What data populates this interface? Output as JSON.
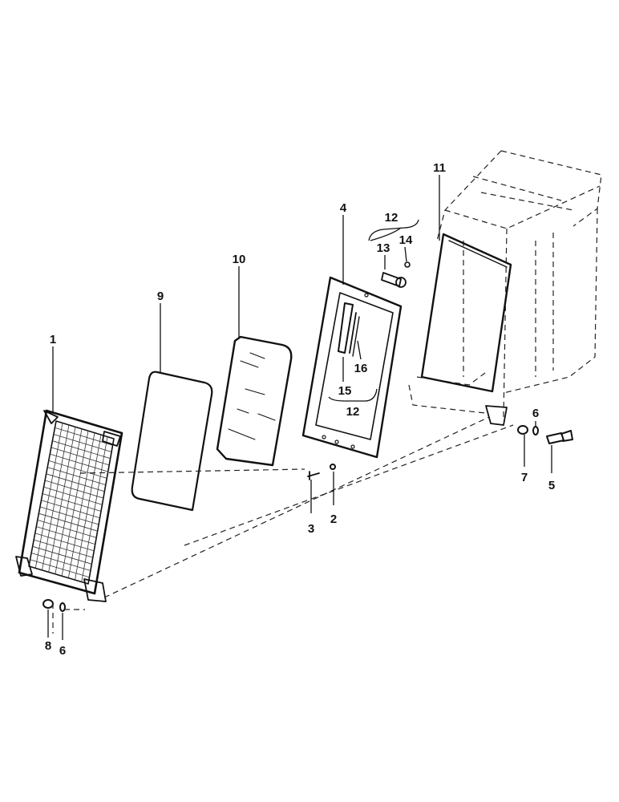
{
  "diagram": {
    "callouts": [
      {
        "id": "c1",
        "text": "1"
      },
      {
        "id": "c2",
        "text": "2"
      },
      {
        "id": "c3",
        "text": "3"
      },
      {
        "id": "c4",
        "text": "4"
      },
      {
        "id": "c5",
        "text": "5"
      },
      {
        "id": "c6a",
        "text": "6"
      },
      {
        "id": "c6b",
        "text": "6"
      },
      {
        "id": "c7",
        "text": "7"
      },
      {
        "id": "c8",
        "text": "8"
      },
      {
        "id": "c9",
        "text": "9"
      },
      {
        "id": "c10",
        "text": "10"
      },
      {
        "id": "c11",
        "text": "11"
      },
      {
        "id": "c12a",
        "text": "12"
      },
      {
        "id": "c12b",
        "text": "12"
      },
      {
        "id": "c13",
        "text": "13"
      },
      {
        "id": "c14",
        "text": "14"
      },
      {
        "id": "c15",
        "text": "15"
      },
      {
        "id": "c16",
        "text": "16"
      }
    ]
  }
}
